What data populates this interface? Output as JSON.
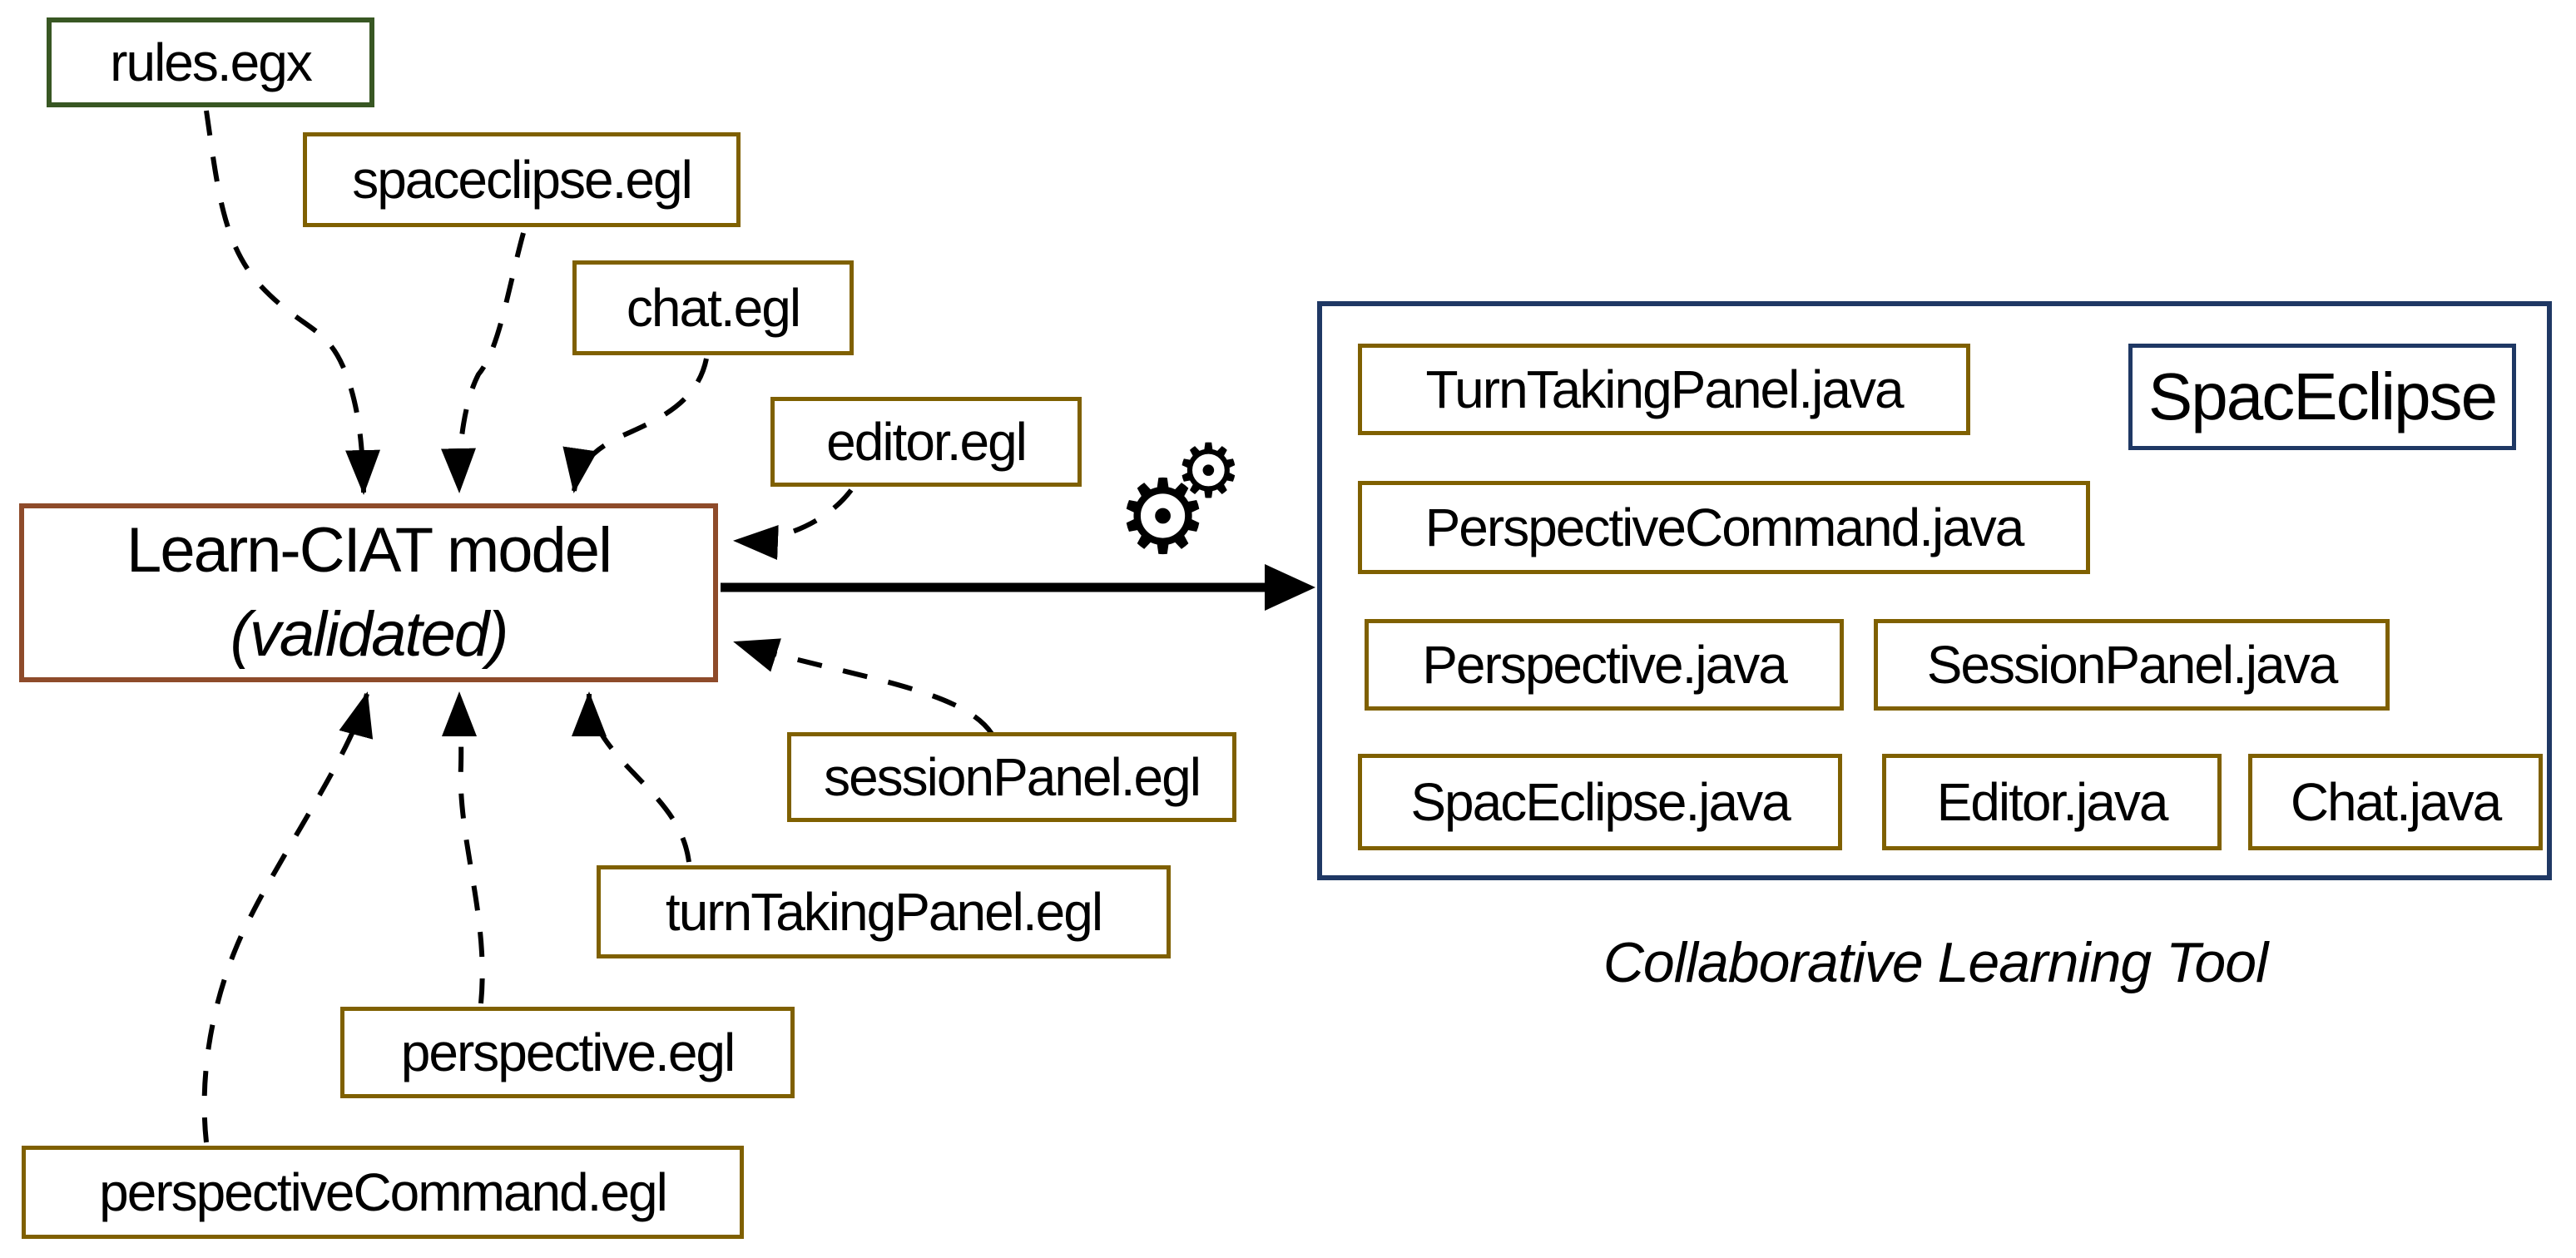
{
  "colors": {
    "ink": "#000000",
    "gold": "#7F6000",
    "green": "#385723",
    "brown": "#8E4B2A",
    "navy": "#1F3864",
    "bg": "#FFFFFF"
  },
  "gear_glyph": "⚙",
  "model": {
    "title": "Learn-CIAT model",
    "subtitle": "(validated)"
  },
  "sources": [
    {
      "label": "rules.egx"
    },
    {
      "label": "spaceclipse.egl"
    },
    {
      "label": "chat.egl"
    },
    {
      "label": "editor.egl"
    },
    {
      "label": "sessionPanel.egl"
    },
    {
      "label": "turnTakingPanel.egl"
    },
    {
      "label": "perspective.egl"
    },
    {
      "label": "perspectiveCommand.egl"
    }
  ],
  "output": {
    "product": "SpacEclipse",
    "files": [
      {
        "label": "TurnTakingPanel.java"
      },
      {
        "label": "PerspectiveCommand.java"
      },
      {
        "label": "Perspective.java"
      },
      {
        "label": "SessionPanel.java"
      },
      {
        "label": "SpacEclipse.java"
      },
      {
        "label": "Editor.java"
      },
      {
        "label": "Chat.java"
      }
    ],
    "caption": "Collaborative Learning Tool"
  }
}
